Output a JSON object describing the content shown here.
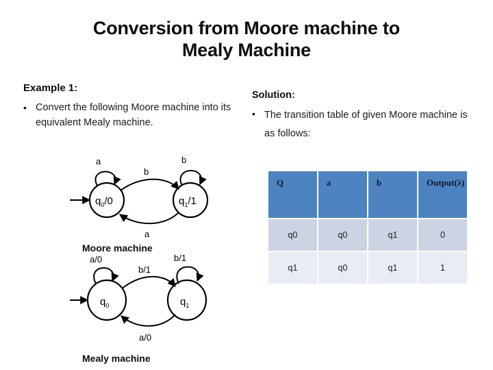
{
  "slide": {
    "title_line1": "Conversion from Moore machine to",
    "title_line2": "Mealy Machine"
  },
  "example": {
    "heading": "Example 1:",
    "bullet_marker": "•",
    "bullet_text": "Convert the following Moore machine into its equivalent Mealy machine."
  },
  "solution": {
    "heading": "Solution:",
    "bullet_marker": "•",
    "bullet_text": "The transition table of given Moore machine is as follows:"
  },
  "table": {
    "headers": [
      "Q",
      "a",
      "b",
      "Output(λ)"
    ],
    "rows": [
      [
        "q0",
        "q0",
        "q1",
        "0"
      ],
      [
        "q1",
        "q0",
        "q1",
        "1"
      ]
    ],
    "header_bg": "#4d83c0",
    "row1_bg": "#ccd4e3",
    "row2_bg": "#e8edf5",
    "header_text_color": "#101a33"
  },
  "moore_machine": {
    "caption": "Moore machine",
    "state_left_main": "q",
    "state_left_sub": "0",
    "state_left_tail": "/0",
    "state_right_main": "q",
    "state_right_sub": "1",
    "state_right_tail": "/1",
    "self_loop_left_label": "a",
    "self_loop_right_label": "b",
    "arc_top_label": "b",
    "arc_bottom_label": "a"
  },
  "mealy_machine": {
    "caption": "Mealy machine",
    "state_left_main": "q",
    "state_left_sub": "0",
    "state_right_main": "q",
    "state_right_sub": "1",
    "self_loop_left_label": "a/0",
    "self_loop_right_label": "b/1",
    "arc_top_label": "b/1",
    "arc_bottom_label": "a/0"
  }
}
